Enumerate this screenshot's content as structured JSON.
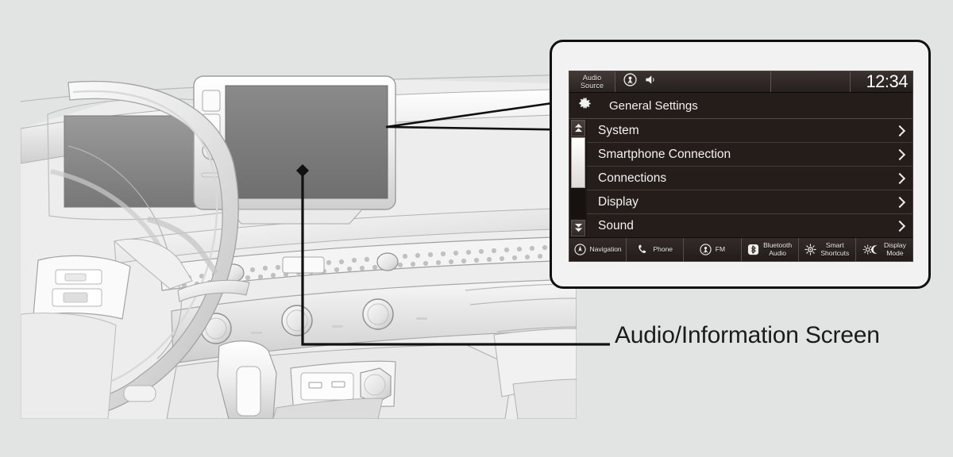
{
  "page": {
    "background_color": "#e2e3e3",
    "caption": "Audio/Information Screen"
  },
  "illustration": {
    "name": "car-dashboard-line-drawing",
    "description": "Line drawing of vehicle dashboard interior with steering wheel, center audio/information display, air vents and center console"
  },
  "screen": {
    "status_bar": {
      "audio_source_line1": "Audio",
      "audio_source_line2": "Source",
      "icons": [
        "radio-antenna-icon",
        "speaker-icon"
      ],
      "clock": "12:34"
    },
    "header": {
      "icon": "gear-icon",
      "title": "General Settings"
    },
    "scrollbar": {
      "up_icon": "scroll-up-icon",
      "down_icon": "scroll-down-icon",
      "thumb_position_percent": 0,
      "thumb_size_percent": 62
    },
    "menu_items": [
      {
        "label": "System",
        "chevron": "chevron-right-icon"
      },
      {
        "label": "Smartphone Connection",
        "chevron": "chevron-right-icon"
      },
      {
        "label": "Connections",
        "chevron": "chevron-right-icon"
      },
      {
        "label": "Display",
        "chevron": "chevron-right-icon"
      },
      {
        "label": "Sound",
        "chevron": "chevron-right-icon"
      }
    ],
    "toolbar": [
      {
        "label": "Navigation",
        "icon": "navigation-compass-icon"
      },
      {
        "label": "Phone",
        "icon": "phone-handset-icon"
      },
      {
        "label": "FM",
        "icon": "radio-antenna-icon"
      },
      {
        "label": "Bluetooth\nAudio",
        "line1": "Bluetooth",
        "line2": "Audio",
        "icon": "bluetooth-icon"
      },
      {
        "label": "Smart\nShortcuts",
        "line1": "Smart",
        "line2": "Shortcuts",
        "icon": "smart-shortcuts-icon"
      },
      {
        "label": "Display\nMode",
        "line1": "Display",
        "line2": "Mode",
        "icon": "display-mode-sun-moon-icon"
      }
    ],
    "colors": {
      "screen_bg": "#241d1a",
      "text": "#f3f1ef",
      "divider": "#463d39",
      "panel_border": "#111111",
      "panel_bg": "#f2f2f2"
    }
  }
}
